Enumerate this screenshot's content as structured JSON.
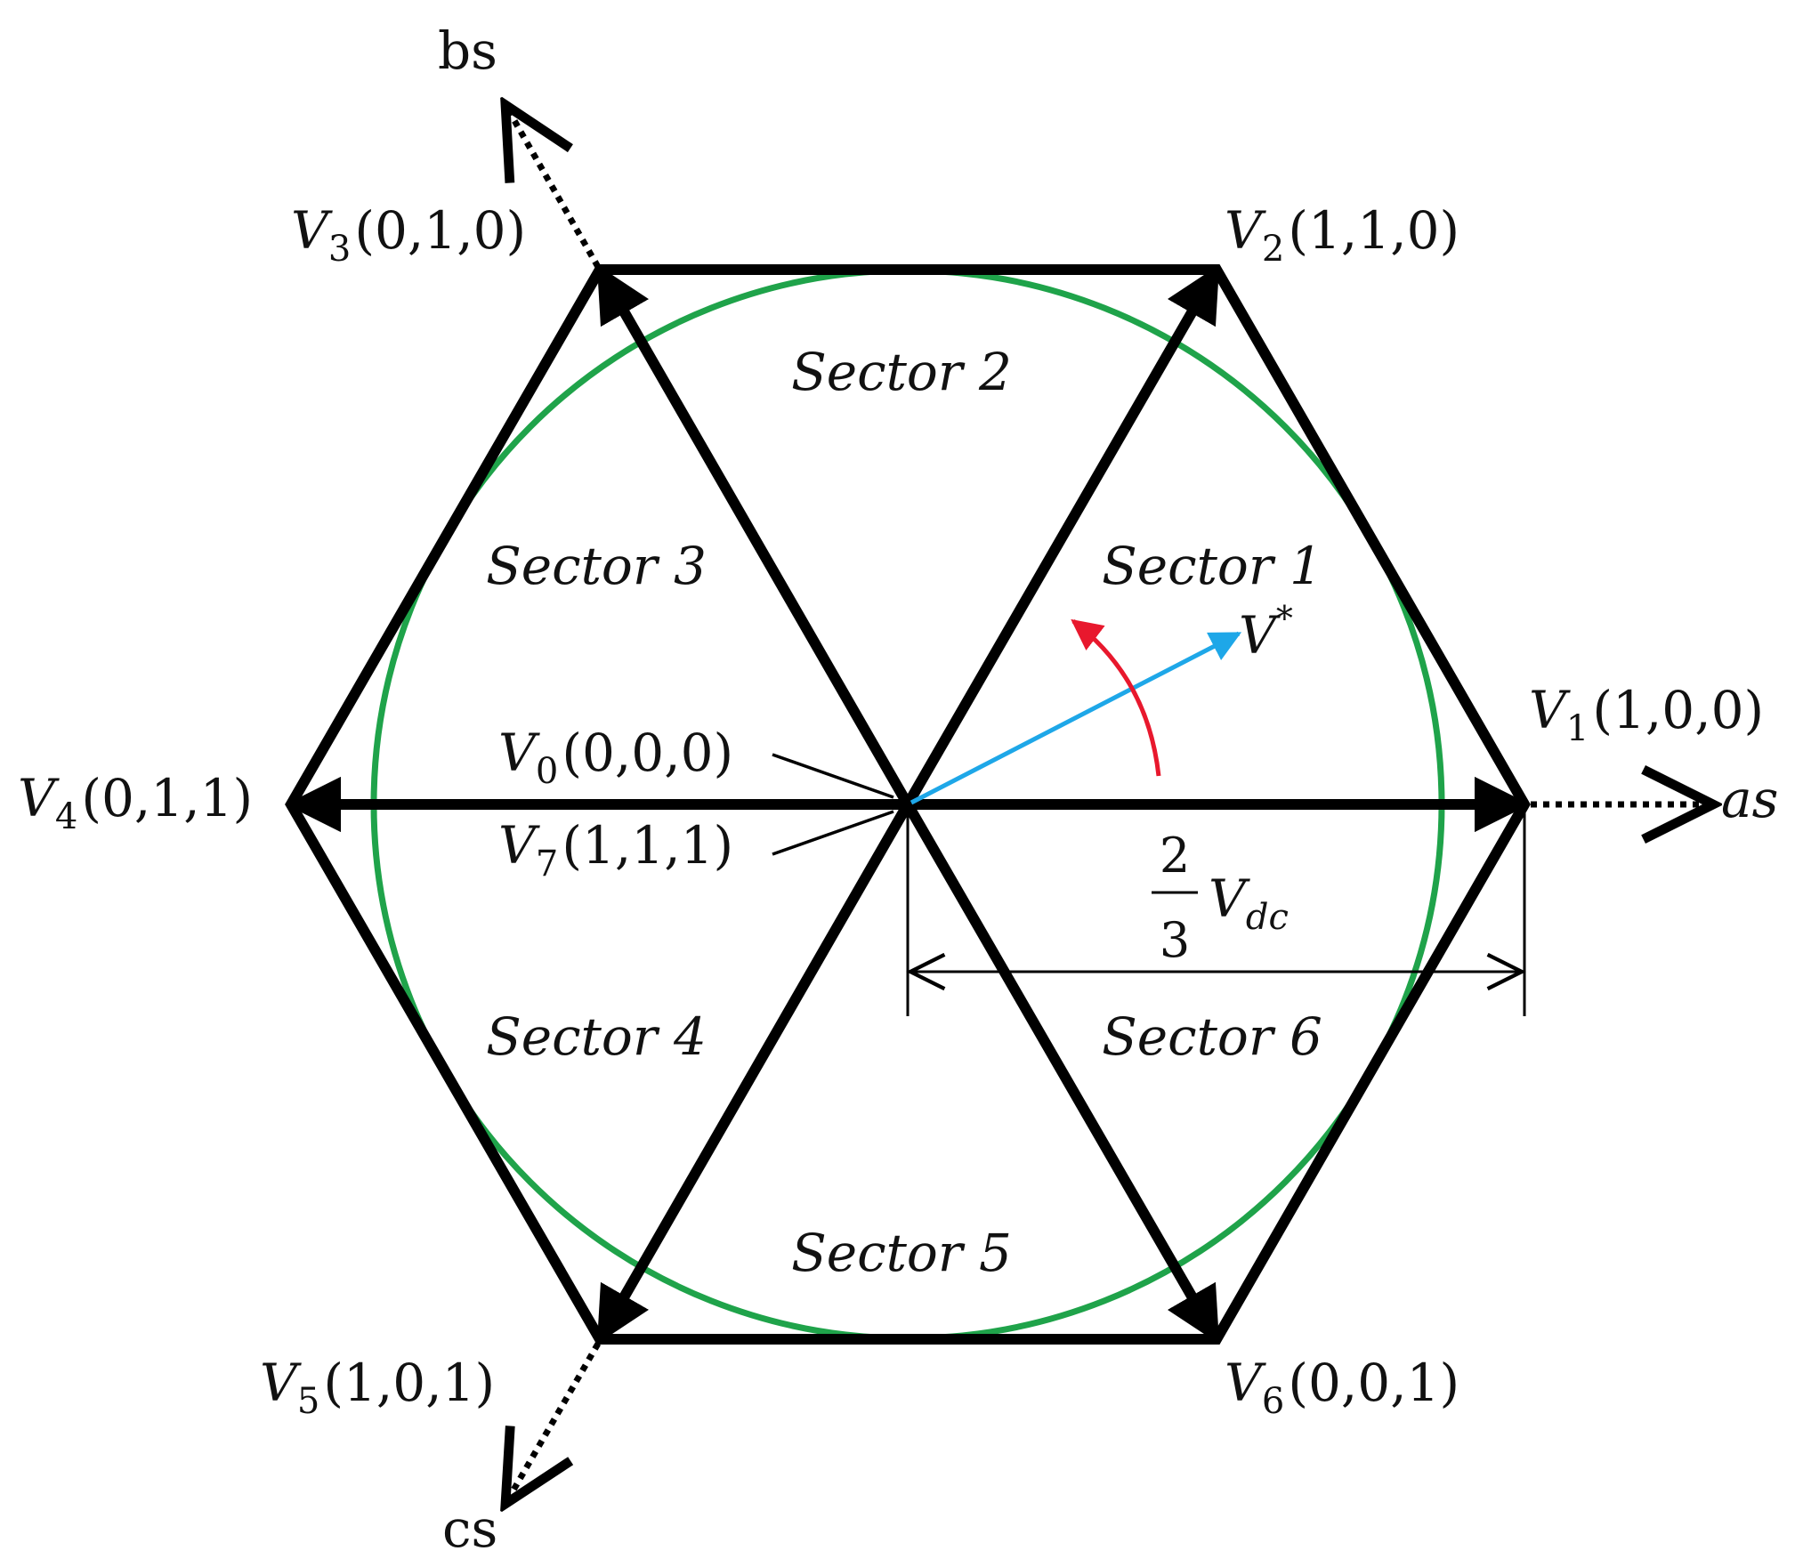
{
  "colors": {
    "hexagon": "#000000",
    "circle": "#1fa34a",
    "reference_vector": "#1ea7e8",
    "rotation_arrow": "#e8182d"
  },
  "axes": {
    "as": "as",
    "bs": "bs",
    "cs": "cs"
  },
  "vectors": {
    "v1": {
      "name": "V",
      "sub": "1",
      "state": "(1,0,0)"
    },
    "v2": {
      "name": "V",
      "sub": "2",
      "state": "(1,1,0)"
    },
    "v3": {
      "name": "V",
      "sub": "3",
      "state": "(0,1,0)"
    },
    "v4": {
      "name": "V",
      "sub": "4",
      "state": "(0,1,1)"
    },
    "v5": {
      "name": "V",
      "sub": "5",
      "state": "(1,0,1)"
    },
    "v6": {
      "name": "V",
      "sub": "6",
      "state": "(0,0,1)"
    },
    "v0": {
      "name": "V",
      "sub": "0",
      "state": "(0,0,0)"
    },
    "v7": {
      "name": "V",
      "sub": "7",
      "state": "(1,1,1)"
    }
  },
  "reference": {
    "name": "V",
    "sup": "*"
  },
  "sectors": {
    "s1": "Sector 1",
    "s2": "Sector 2",
    "s3": "Sector 3",
    "s4": "Sector 4",
    "s5": "Sector 5",
    "s6": "Sector 6"
  },
  "magnitude": {
    "numerator": "2",
    "denominator": "3",
    "symbol": "V",
    "sub": "dc"
  }
}
